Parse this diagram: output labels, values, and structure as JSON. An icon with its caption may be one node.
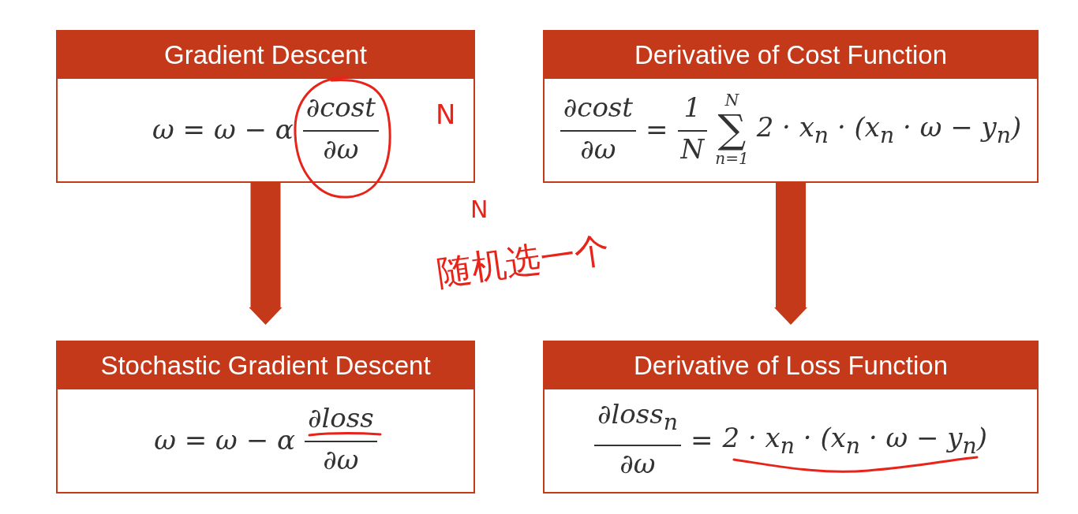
{
  "diagram": {
    "nodes": [
      {
        "text": [
          "Gradient Descent",
          "ω = ω − α",
          "∂cost",
          "∂ω"
        ]
      },
      {
        "text": [
          "Derivative of Cost Function",
          "∂cost",
          "∂ω",
          "=",
          "1",
          "N",
          "N",
          "∑",
          "n=1",
          "2 · x$_{n}$ · (x$_{n}$ · ω − y$_{n}$)"
        ]
      },
      {
        "text": [
          "Stochastic Gradient Descent",
          "ω = ω − α",
          "∂loss",
          "∂ω"
        ]
      },
      {
        "text": [
          "Derivative of Loss Function",
          "∂loss$_{n}$",
          "∂ω",
          "=",
          "2 · x$_{n}$ · (x$_{n}$ · ω − y$_{n}$)"
        ]
      }
    ],
    "edges": [
      {
        "from": 0,
        "to": 2,
        "arrow": "to"
      },
      {
        "from": 1,
        "to": 3,
        "arrow": "to"
      }
    ],
    "labels": [
      "N",
      "N",
      "随机选一个"
    ]
  }
}
